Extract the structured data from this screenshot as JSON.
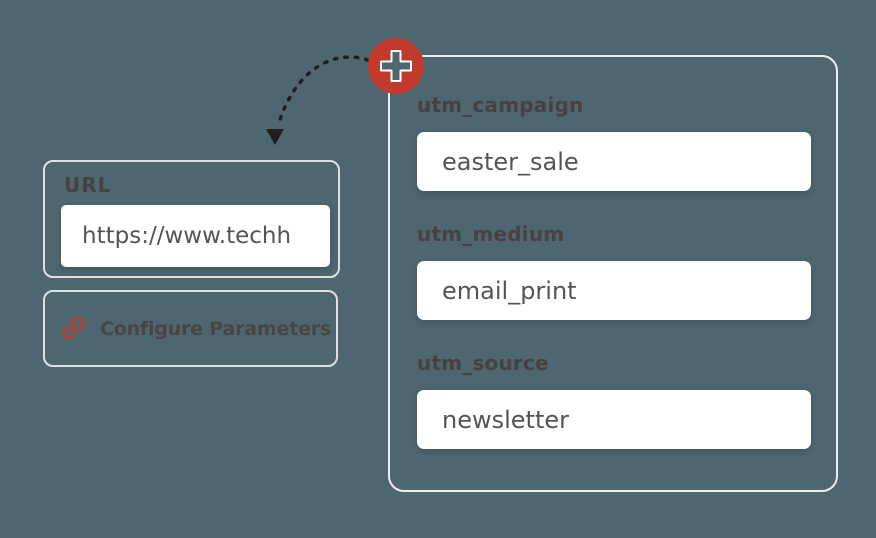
{
  "colors": {
    "background": "#4d6670",
    "accent_red": "#c13a2b",
    "panel_border": "#eeeeee",
    "box_border": "#e0e0e0",
    "label_text": "#484141",
    "value_text": "#545454",
    "arrow": "#1f1f1f",
    "input_bg": "#ffffff"
  },
  "url_box": {
    "label": "URL",
    "value": "https://www.techh"
  },
  "configure_button": {
    "label": "Configure Parameters",
    "icon": "link-icon"
  },
  "add_button": {
    "icon": "plus-icon"
  },
  "utm_panel": {
    "fields": [
      {
        "label": "utm_campaign",
        "value": "easter_sale"
      },
      {
        "label": "utm_medium",
        "value": "email_print"
      },
      {
        "label": "utm_source",
        "value": "newsletter"
      }
    ]
  }
}
